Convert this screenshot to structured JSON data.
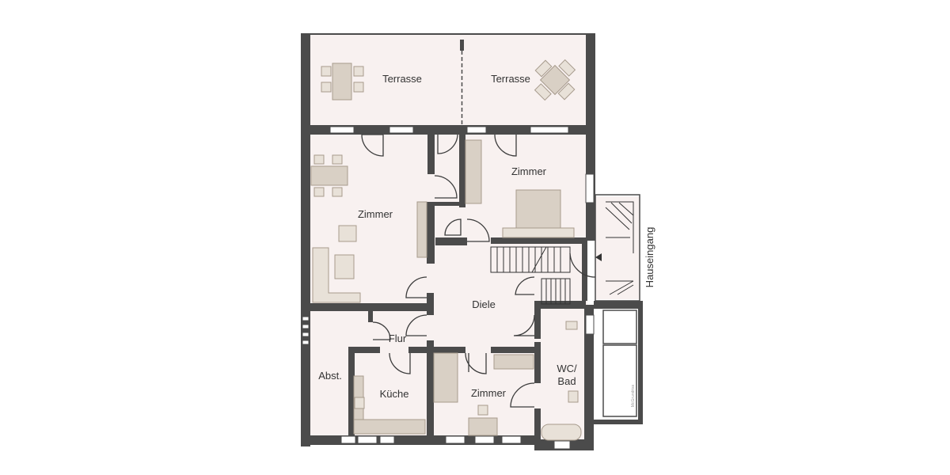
{
  "plan": {
    "rooms": {
      "terrace_left": "Terrasse",
      "terrace_right": "Terrasse",
      "room_upper_right": "Zimmer",
      "room_upper_left": "Zimmer",
      "hall": "Diele",
      "corridor": "Flur",
      "storage": "Abst.",
      "kitchen": "Küche",
      "room_lower": "Zimmer",
      "bath_line1": "WC/",
      "bath_line2": "Bad"
    },
    "entrance_label": "Hauseingang",
    "watermark": "McGrundriss",
    "colors": {
      "wall": "#4b4b4b",
      "floor": "#f8f1f0",
      "furniture": "#d9d0c5"
    }
  }
}
